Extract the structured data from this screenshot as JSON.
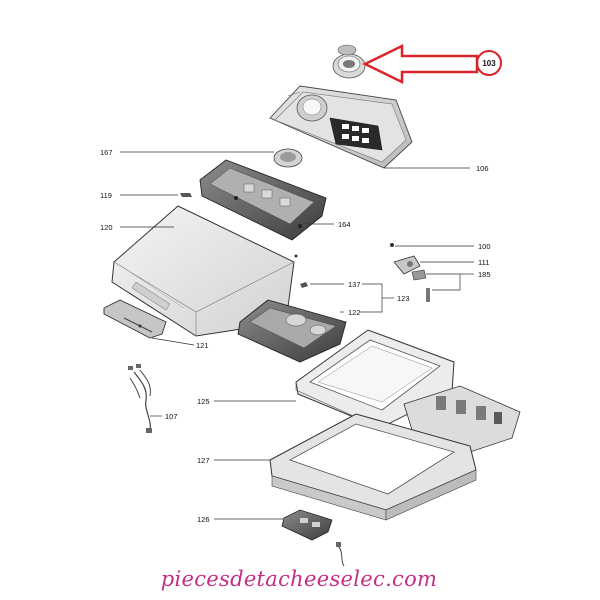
{
  "diagram": {
    "highlighted_part": "103",
    "labels": {
      "p103": "103",
      "p167": "167",
      "p106": "106",
      "p119": "119",
      "p120": "120",
      "p164": "164",
      "p100": "100",
      "p111": "111",
      "p185": "185",
      "p137": "137",
      "p123": "123",
      "p122": "122",
      "p121": "121",
      "p125": "125",
      "p107": "107",
      "p127": "127",
      "p126": "126"
    },
    "highlight_color": "#d8242a"
  },
  "watermark": {
    "text": "piecesdetacheeselec.com"
  }
}
